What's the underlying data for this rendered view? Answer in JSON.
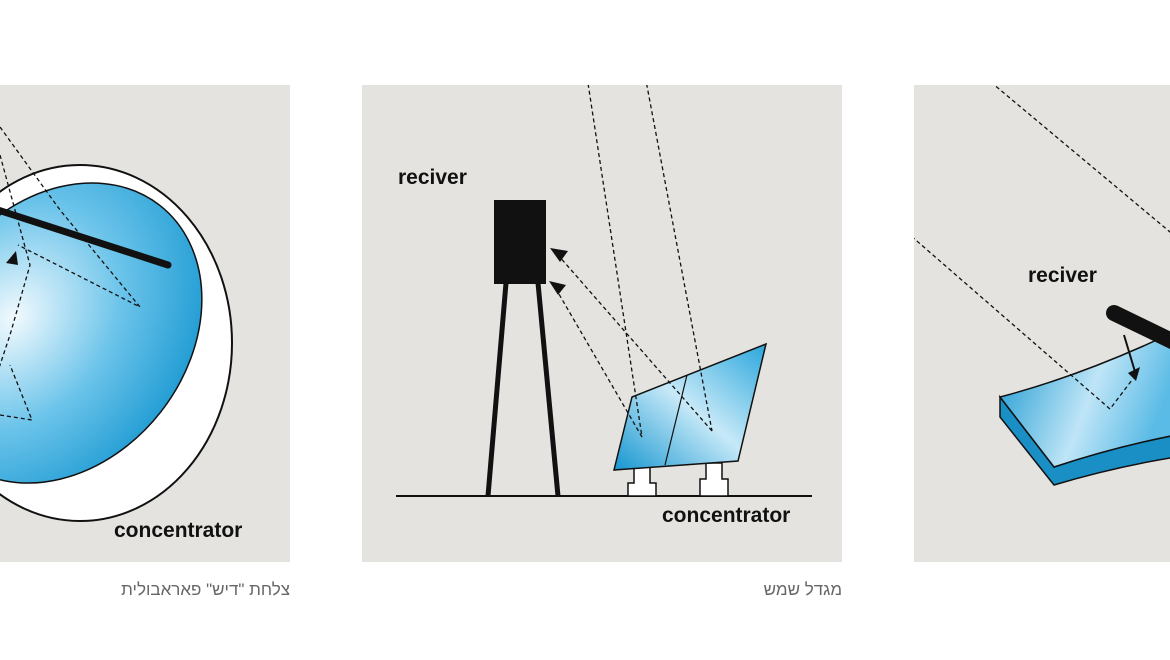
{
  "panels": {
    "dish": {
      "label_concentrator": "concentrator",
      "caption": "צלחת \"דיש\" פאראבולית"
    },
    "tower": {
      "label_receiver": "reciver",
      "label_concentrator": "concentrator",
      "caption": "מגדל שמש"
    },
    "trough": {
      "label_receiver": "reciver"
    }
  },
  "colors": {
    "panel_bg": "#e4e3df",
    "mirror_blue": "#1aa0d8",
    "mirror_highlight": "#e9f6fc"
  }
}
